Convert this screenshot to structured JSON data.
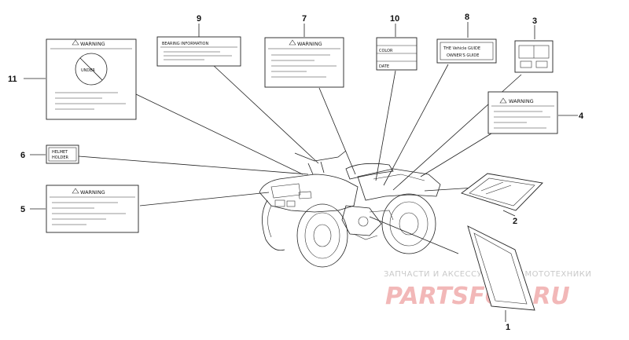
{
  "callouts": [
    "1",
    "2",
    "3",
    "4",
    "5",
    "6",
    "7",
    "8",
    "9",
    "10",
    "11"
  ],
  "labels": {
    "warning": "WARNING",
    "bearing": "BEARING INFORMATION",
    "helmet_line1": "HELMET",
    "helmet_line2": "HOLDER",
    "under": "UNDER",
    "vehicle_guide_line1": "THE Vehicle GUIDE",
    "vehicle_guide_line2": "OWNER'S GUIDE",
    "plate_c": "COLOR",
    "plate_d": "DATE"
  },
  "watermark": {
    "top": "ЗАПЧАСТИ И АКСЕССУАРЫ ДЛЯ МОТОТЕХНИКИ",
    "brand": "PARTSFOR.RU"
  },
  "colors": {
    "line": "#222222",
    "watermark_top": "#c9c9c9",
    "watermark_brand": "#f2b8b8"
  }
}
